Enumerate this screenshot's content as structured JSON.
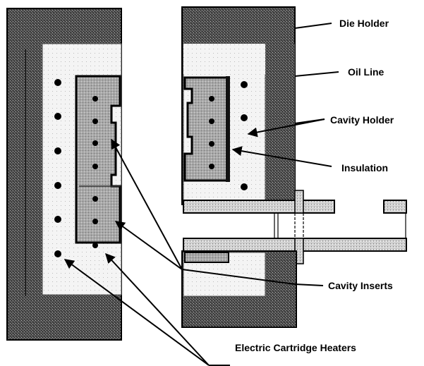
{
  "diagram": {
    "labels": {
      "die_holder": "Die Holder",
      "oil_line": "Oil Line",
      "cavity_holder": "Cavity Holder",
      "insulation": "Insulation",
      "cavity_inserts": "Cavity Inserts",
      "electric_cartridge_heaters": "Electric Cartridge Heaters"
    },
    "colors": {
      "die_holder": "#5a5a5a",
      "cavity_holder": "#e8e8e8",
      "cavity_insert": "#a6a6a6",
      "outline": "#000000"
    }
  }
}
